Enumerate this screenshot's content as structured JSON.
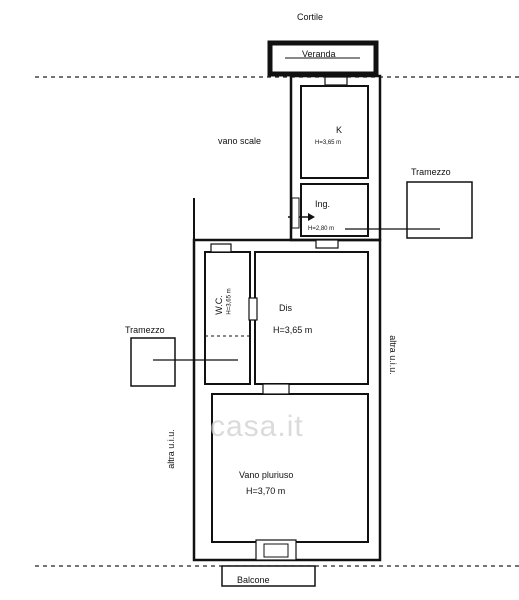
{
  "labels": {
    "cortile": "Cortile",
    "veranda": "Veranda",
    "kitchen": "K",
    "kitchen_h": "H=3,65 m",
    "vano_scale": "vano scale",
    "ingresso": "Ing.",
    "ingresso_h": "H=2,80 m",
    "tramezzo_right": "Tramezzo",
    "tramezzo_left": "Tramezzo",
    "wc": "W.C.",
    "wc_h": "H=3,65 m",
    "disimpegno": "Dis",
    "disimpegno_h": "H=3,65 m",
    "altra_uiu_right": "altra u.i.u.",
    "altra_uiu_left": "altra u.i.u.",
    "vano_pluriuso": "Vano pluriuso",
    "vano_pluriuso_h": "H=3,70 m",
    "balcone": "Balcone"
  },
  "watermark": {
    "text": "casa.it",
    "color": "#cfcfcf"
  },
  "colors": {
    "ink": "#111111",
    "background": "#ffffff"
  }
}
